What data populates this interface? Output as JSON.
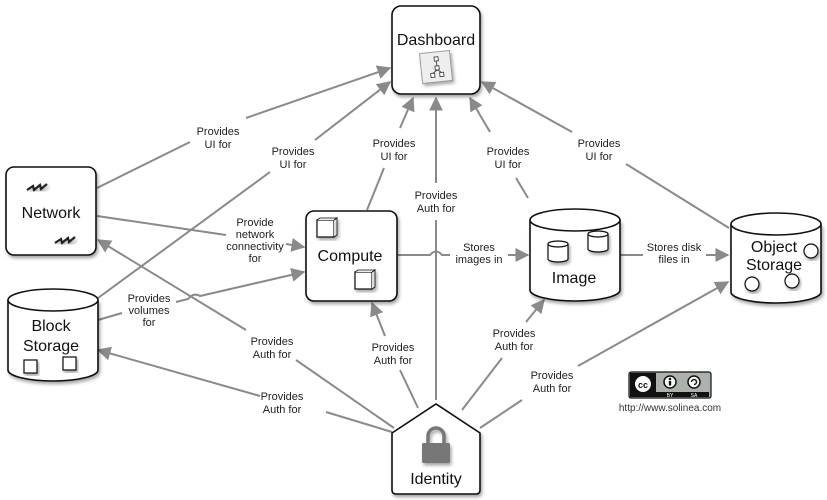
{
  "nodes": {
    "dashboard": {
      "label": "Dashboard",
      "icon": "hierarchy-icon"
    },
    "network": {
      "label": "Network",
      "icon": "lightning-icon"
    },
    "compute": {
      "label": "Compute",
      "icon": "cube-icon"
    },
    "image": {
      "label": "Image",
      "icon": "cylinder-icon"
    },
    "object_storage": {
      "label_line1": "Object",
      "label_line2": "Storage",
      "icon": "circle-icon"
    },
    "block_storage": {
      "label_line1": "Block",
      "label_line2": "Storage",
      "icon": "square-icon"
    },
    "identity": {
      "label": "Identity",
      "icon": "lock-icon"
    }
  },
  "edges": [
    {
      "from": "Network",
      "to": "Dashboard",
      "label": [
        "Provides",
        "UI for"
      ]
    },
    {
      "from": "Block Storage",
      "to": "Dashboard",
      "label": [
        "Provides",
        "UI for"
      ]
    },
    {
      "from": "Compute",
      "to": "Dashboard",
      "label": [
        "Provides",
        "UI for"
      ]
    },
    {
      "from": "Identity",
      "to": "Dashboard",
      "label": [
        "Provides",
        "Auth for"
      ]
    },
    {
      "from": "Image",
      "to": "Dashboard",
      "label": [
        "Provides",
        "UI for"
      ]
    },
    {
      "from": "Object Storage",
      "to": "Dashboard",
      "label": [
        "Provides",
        "UI for"
      ]
    },
    {
      "from": "Network",
      "to": "Compute",
      "label": [
        "Provide",
        "network",
        "connectivity",
        "for"
      ]
    },
    {
      "from": "Block Storage",
      "to": "Compute",
      "label": [
        "Provides",
        "volumes",
        "for"
      ]
    },
    {
      "from": "Compute",
      "to": "Image",
      "label": [
        "Stores",
        "images in"
      ]
    },
    {
      "from": "Image",
      "to": "Object Storage",
      "label": [
        "Stores disk",
        "files in"
      ]
    },
    {
      "from": "Identity",
      "to": "Network",
      "label": [
        "Provides",
        "Auth for"
      ]
    },
    {
      "from": "Identity",
      "to": "Block Storage",
      "label": [
        "Provides",
        "Auth for"
      ]
    },
    {
      "from": "Identity",
      "to": "Compute",
      "label": [
        "Provides",
        "Auth for"
      ]
    },
    {
      "from": "Identity",
      "to": "Image",
      "label": [
        "Provides",
        "Auth for"
      ]
    },
    {
      "from": "Identity",
      "to": "Object Storage",
      "label": [
        "Provides",
        "Auth for"
      ]
    }
  ],
  "license": {
    "cc": "cc",
    "by": "BY",
    "sa": "SA",
    "url": "http://www.solinea.com"
  }
}
